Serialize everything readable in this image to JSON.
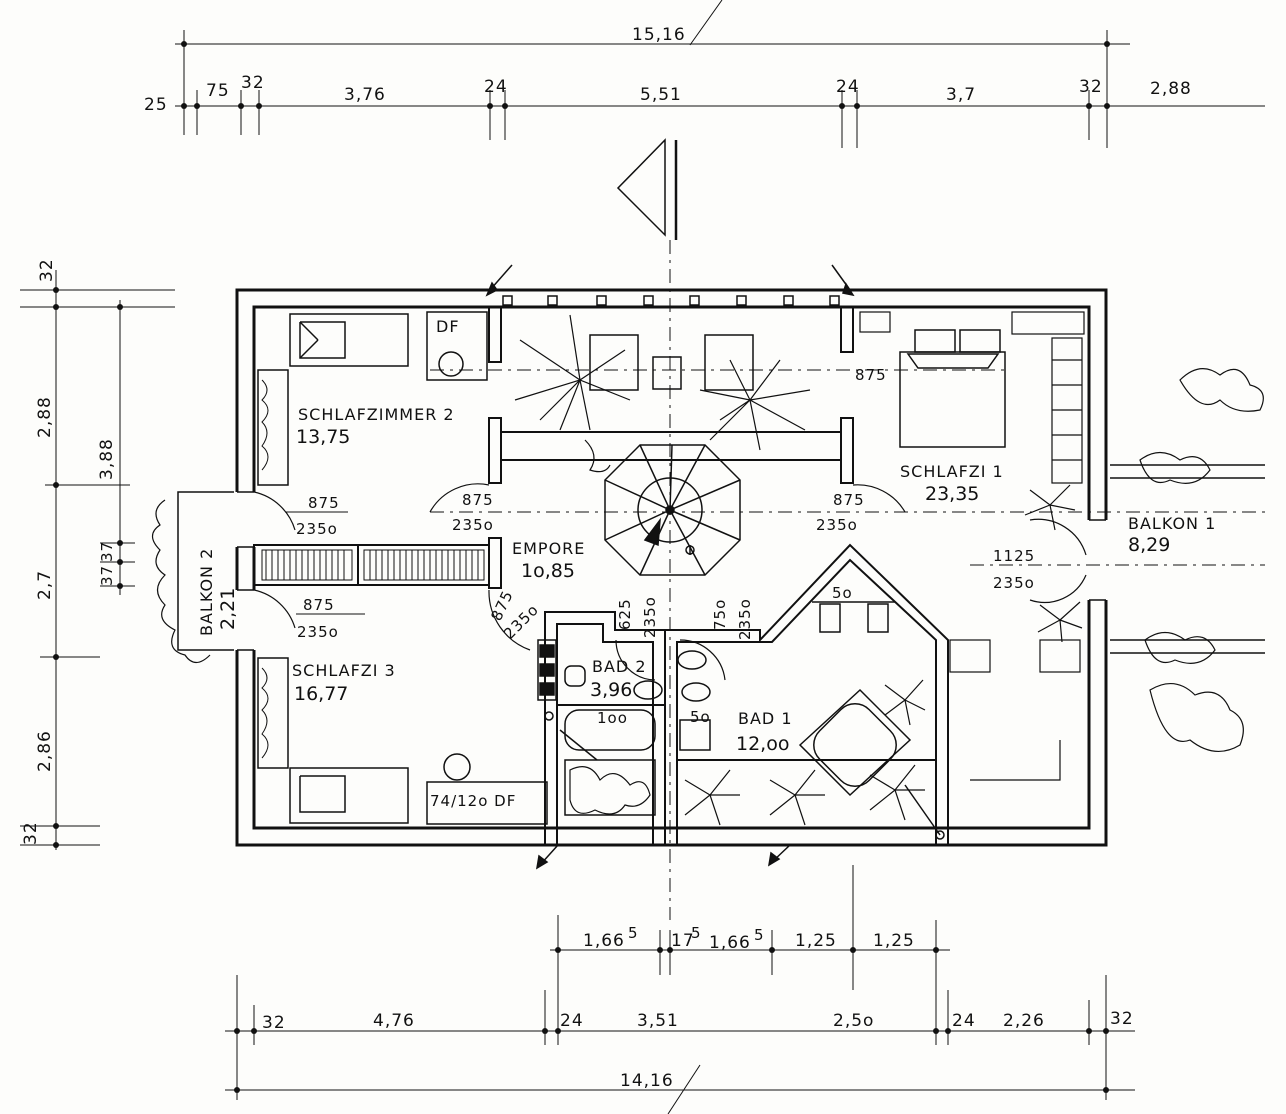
{
  "rooms": {
    "schlafzimmer2": {
      "name": "SCHLAFZIMMER 2",
      "area": "13,75"
    },
    "schlafzi1": {
      "name": "SCHLAFZI 1",
      "area": "23,35"
    },
    "schlafzi3": {
      "name": "SCHLAFZI 3",
      "area": "16,77"
    },
    "empore": {
      "name": "EMPORE",
      "area": "1o,85"
    },
    "bad2": {
      "name": "BAD 2",
      "area": "3,96"
    },
    "bad1": {
      "name": "BAD 1",
      "area": "12,oo"
    },
    "balkon1": {
      "name": "BALKON 1",
      "area": "8,29"
    },
    "balkon2": {
      "name": "BALKON 2",
      "area": "2,21"
    }
  },
  "labels": {
    "df_top": "DF",
    "df_bottom": "74/12o DF",
    "door_875": "875",
    "door_2350": "235o",
    "door_1125": "1125",
    "door_625": "625",
    "door_750": "75o",
    "door_100": "1oo",
    "door_50": "5o"
  },
  "dimensions": {
    "top_total": "15,16",
    "top_row": [
      "25",
      "75",
      "32",
      "3,76",
      "24",
      "5,51",
      "24",
      "3,7",
      "32",
      "2,88"
    ],
    "left_row": [
      "32",
      "2,88",
      "3,88",
      "37",
      "37",
      "2,7",
      "2,86",
      "32"
    ],
    "bottom_sub": [
      "1,66",
      "5",
      "17",
      "5",
      "1,66",
      "5",
      "1,25",
      "1,25"
    ],
    "bottom_row": [
      "32",
      "4,76",
      "24",
      "3,51",
      "2,5o",
      "24",
      "2,26",
      "32"
    ],
    "bottom_total": "14,16"
  }
}
